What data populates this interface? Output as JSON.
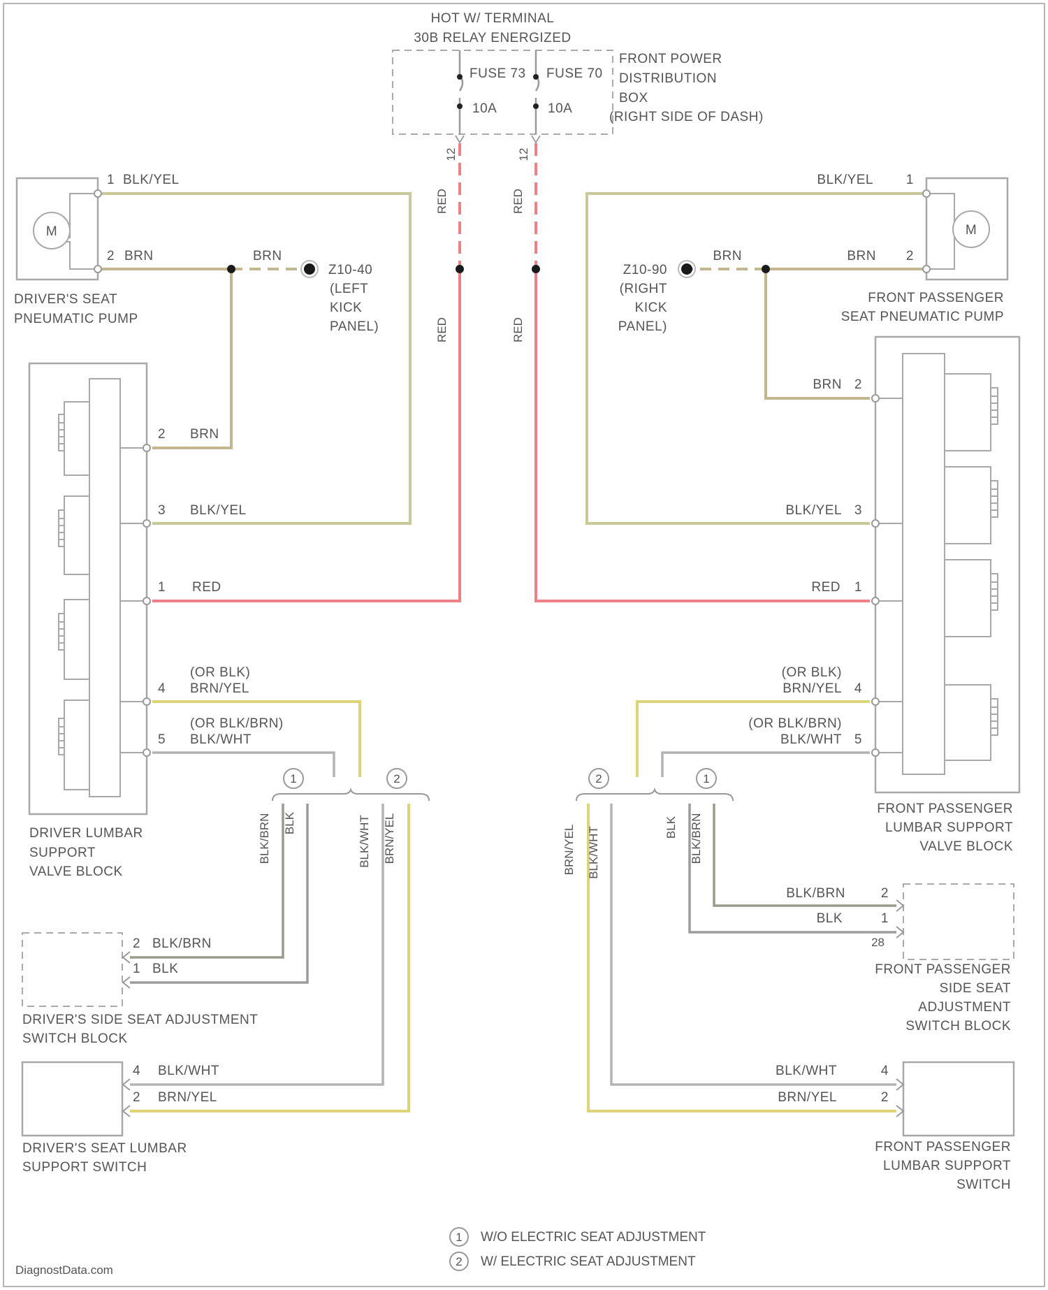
{
  "colors": {
    "red": "#f07f86",
    "blk_yel": "#c8c89a",
    "brn": "#c4b790",
    "brn_yel": "#ddd47a",
    "blk_wht": "#b3b3b3",
    "blk_brn": "#9a9a8d",
    "blk": "#9c9c9c",
    "outline": "#a8a8a8",
    "text": "#555555"
  },
  "header": {
    "line1": "HOT W/ TERMINAL",
    "line2": "30B RELAY ENERGIZED"
  },
  "fuses": {
    "fuse_left": "FUSE 73",
    "fuse_right": "FUSE 70",
    "amp_left": "10A",
    "amp_right": "10A",
    "pin_left": "12",
    "pin_right": "12",
    "box_label": [
      "FRONT POWER",
      "DISTRIBUTION",
      "BOX",
      "(RIGHT SIDE OF DASH)"
    ]
  },
  "wires": {
    "red": "RED",
    "blk_yel": "BLK/YEL",
    "brn": "BRN",
    "brn_yel": "BRN/YEL",
    "blk_wht": "BLK/WHT",
    "blk_brn": "BLK/BRN",
    "blk": "BLK",
    "or_blk": "(OR BLK)",
    "or_blk_brn": "(OR BLK/BRN)"
  },
  "grounds": {
    "left": [
      "Z10-40",
      "(LEFT",
      "KICK",
      "PANEL)"
    ],
    "right": [
      "Z10-90",
      "(RIGHT",
      "KICK",
      "PANEL)"
    ]
  },
  "components": {
    "driver_pump": [
      "DRIVER'S SEAT",
      "PNEUMATIC PUMP"
    ],
    "pass_pump": [
      "FRONT PASSENGER",
      "SEAT PNEUMATIC PUMP"
    ],
    "driver_valve": [
      "DRIVER LUMBAR",
      "SUPPORT",
      "VALVE BLOCK"
    ],
    "pass_valve": [
      "FRONT PASSENGER",
      "LUMBAR SUPPORT",
      "VALVE BLOCK"
    ],
    "driver_switch_block": [
      "DRIVER'S SIDE SEAT ADJUSTMENT",
      "SWITCH BLOCK"
    ],
    "pass_switch_block": [
      "FRONT PASSENGER",
      "SIDE SEAT",
      "ADJUSTMENT",
      "SWITCH BLOCK"
    ],
    "driver_lumbar_switch": [
      "DRIVER'S SEAT LUMBAR",
      "SUPPORT SWITCH"
    ],
    "pass_lumbar_switch": [
      "FRONT PASSENGER",
      "LUMBAR SUPPORT",
      "SWITCH"
    ],
    "motor_symbol": "M"
  },
  "pins": {
    "p1": "1",
    "p2": "2",
    "p3": "3",
    "p4": "4",
    "p5": "5",
    "p28": "28"
  },
  "legend": {
    "symbol1": "1",
    "symbol2": "2",
    "line1": "W/O ELECTRIC SEAT ADJUSTMENT",
    "line2": "W/ ELECTRIC SEAT ADJUSTMENT"
  },
  "watermark": "DiagnostData.com"
}
